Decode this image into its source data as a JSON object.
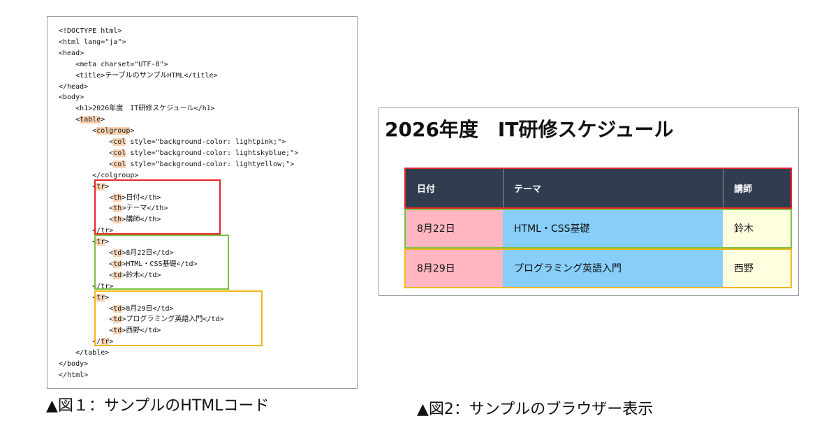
{
  "figure1": {
    "caption": "▲図１：サンプルのHTMLコード",
    "code_lines": [
      [
        {
          "t": "<!DOCTYPE html>"
        }
      ],
      [
        {
          "t": "<html lang=\"ja\">"
        }
      ],
      [
        {
          "t": "<head>"
        }
      ],
      [
        {
          "t": "    <meta charset=\"UTF-8\">"
        }
      ],
      [
        {
          "t": "    <title>テーブルのサンプルHTML</title>"
        }
      ],
      [
        {
          "t": "</head>"
        }
      ],
      [
        {
          "t": "<body>"
        }
      ],
      [
        {
          "t": "    <h1>2026年度　IT研修スケジュール</h1>"
        }
      ],
      [
        {
          "t": "    <"
        },
        {
          "t": "table",
          "h": true
        },
        {
          "t": ">"
        }
      ],
      [
        {
          "t": "        <"
        },
        {
          "t": "colgroup",
          "h": true
        },
        {
          "t": ">"
        }
      ],
      [
        {
          "t": "            <"
        },
        {
          "t": "col",
          "h": true
        },
        {
          "t": " style=\"background-color: lightpink;\">"
        }
      ],
      [
        {
          "t": "            <"
        },
        {
          "t": "col",
          "h": true
        },
        {
          "t": " style=\"background-color: lightskyblue;\">"
        }
      ],
      [
        {
          "t": "            <"
        },
        {
          "t": "col",
          "h": true
        },
        {
          "t": " style=\"background-color: lightyellow;\">"
        }
      ],
      [
        {
          "t": "        </colgroup>"
        }
      ],
      [
        {
          "t": "        <"
        },
        {
          "t": "tr",
          "h": true
        },
        {
          "t": ">"
        }
      ],
      [
        {
          "t": "            <"
        },
        {
          "t": "th",
          "h": true
        },
        {
          "t": ">日付</th>"
        }
      ],
      [
        {
          "t": "            <"
        },
        {
          "t": "th",
          "h": true
        },
        {
          "t": ">テーマ</th>"
        }
      ],
      [
        {
          "t": "            <"
        },
        {
          "t": "th",
          "h": true
        },
        {
          "t": ">講師</th>"
        }
      ],
      [
        {
          "t": "        </tr>"
        }
      ],
      [
        {
          "t": "        <"
        },
        {
          "t": "tr",
          "h": true
        },
        {
          "t": ">"
        }
      ],
      [
        {
          "t": "            <"
        },
        {
          "t": "td",
          "h": true
        },
        {
          "t": ">8月22日</td>"
        }
      ],
      [
        {
          "t": "            <"
        },
        {
          "t": "td",
          "h": true
        },
        {
          "t": ">HTML・CSS基礎</td>"
        }
      ],
      [
        {
          "t": "            <"
        },
        {
          "t": "td",
          "h": true
        },
        {
          "t": ">鈴木</td>"
        }
      ],
      [
        {
          "t": "        </tr>"
        }
      ],
      [
        {
          "t": "        <"
        },
        {
          "t": "tr",
          "h": true
        },
        {
          "t": ">"
        }
      ],
      [
        {
          "t": "            <"
        },
        {
          "t": "td",
          "h": true
        },
        {
          "t": ">8月29日</td>"
        }
      ],
      [
        {
          "t": "            <"
        },
        {
          "t": "td",
          "h": true
        },
        {
          "t": ">プログラミング英語入門</td>"
        }
      ],
      [
        {
          "t": "            <"
        },
        {
          "t": "td",
          "h": true
        },
        {
          "t": ">西野</td>"
        }
      ],
      [
        {
          "t": "        </"
        },
        {
          "t": "tr",
          "h": true
        },
        {
          "t": ">"
        }
      ],
      [
        {
          "t": "    </table>"
        }
      ],
      [
        {
          "t": "</body>"
        }
      ],
      [
        {
          "t": "</html>"
        }
      ]
    ]
  },
  "figure2": {
    "caption": "▲図2：サンプルのブラウザー表示",
    "page_title": "2026年度　IT研修スケジュール",
    "table": {
      "headers": [
        "日付",
        "テーマ",
        "講師"
      ],
      "rows": [
        [
          "8月22日",
          "HTML・CSS基礎",
          "鈴木"
        ],
        [
          "8月29日",
          "プログラミング英語入門",
          "西野"
        ]
      ],
      "column_colors": [
        "#ffb6c1",
        "#87cefa",
        "#ffffe0"
      ],
      "header_color": "#2f3d4f"
    }
  },
  "highlight_colors": {
    "header_row": "#e8262b",
    "row_1": "#7cc242",
    "row_2": "#f3b81d",
    "tag_highlight": "#fbd3b2"
  }
}
